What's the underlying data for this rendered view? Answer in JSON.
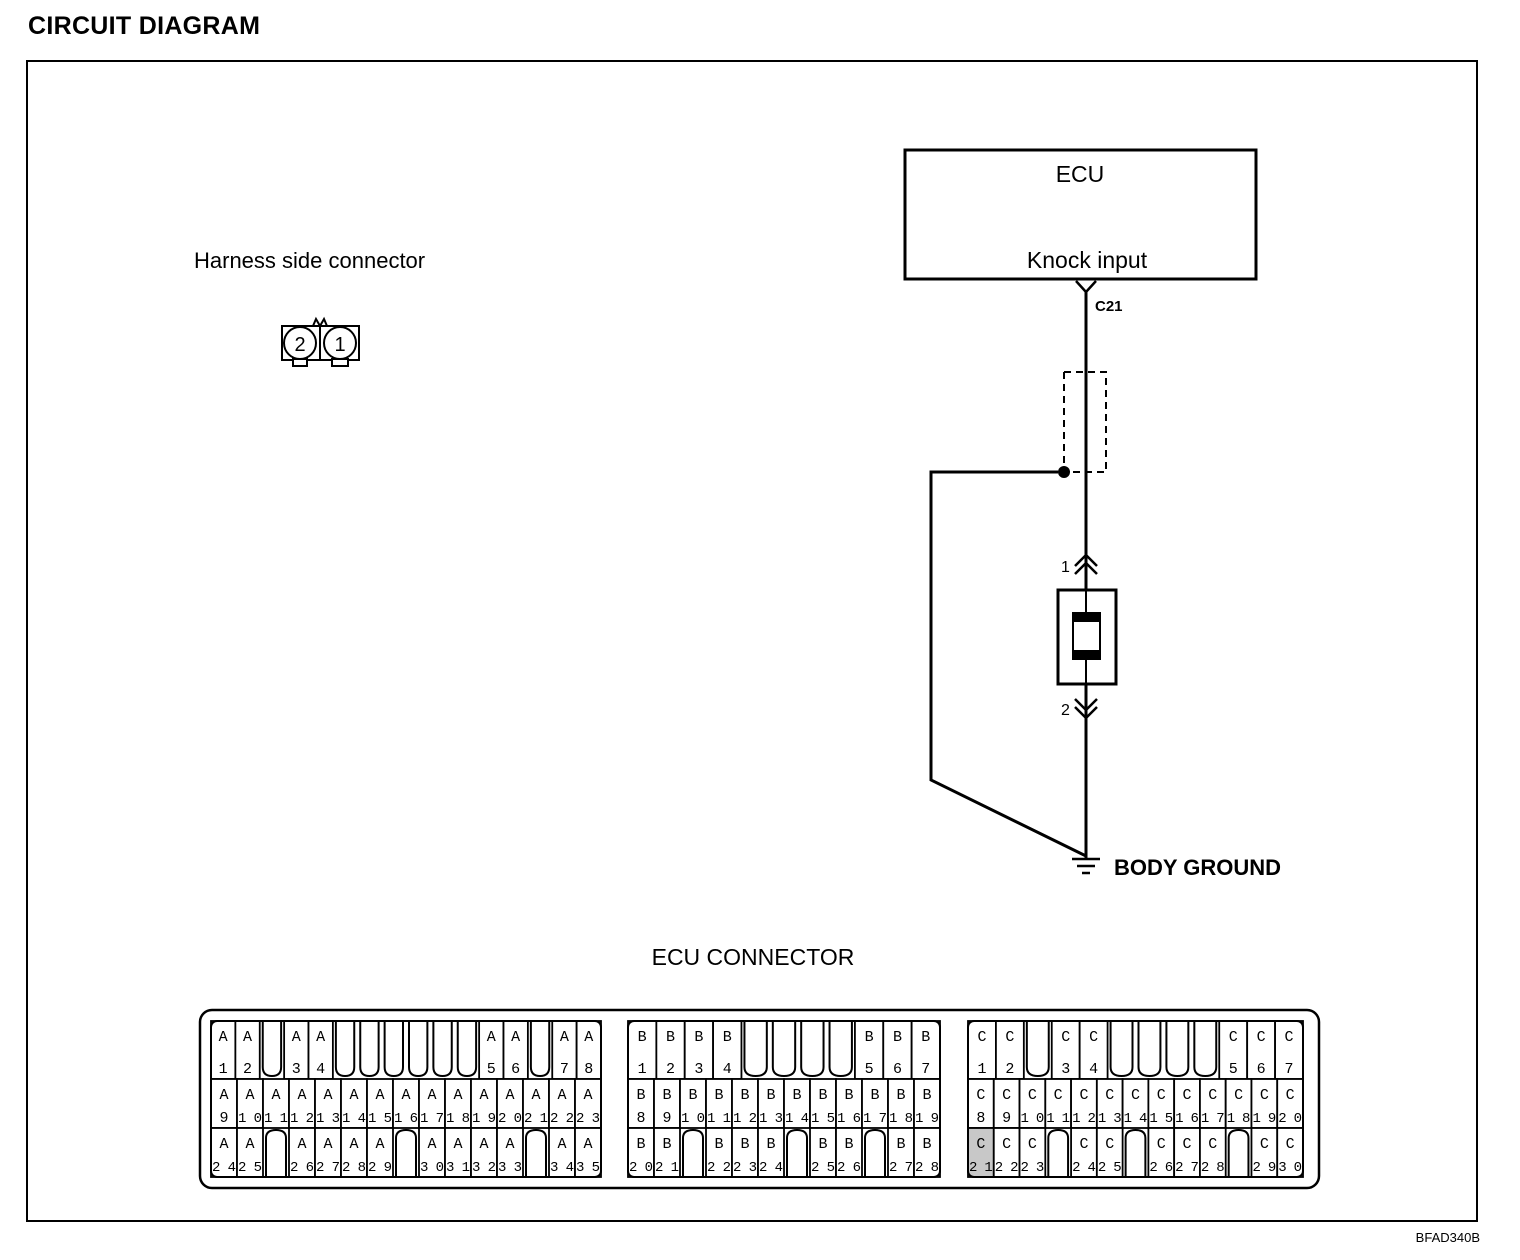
{
  "title": "CIRCUIT DIAGRAM",
  "reference_code": "BFAD340B",
  "harness": {
    "label": "Harness side connector",
    "pins": [
      "2",
      "1"
    ]
  },
  "ecu_box": {
    "title": "ECU",
    "signal": "Knock input",
    "terminal": "C21"
  },
  "sensor": {
    "pin_top": "1",
    "pin_bottom": "2"
  },
  "ground": {
    "label": "BODY GROUND"
  },
  "ecu_connector": {
    "label": "ECU CONNECTOR",
    "highlighted_pin": "C21",
    "blocks": [
      {
        "letter": "A",
        "top": [
          "1",
          "2",
          null,
          "3",
          "4",
          null,
          null,
          null,
          null,
          null,
          null,
          "5",
          "6",
          null,
          "7",
          "8"
        ],
        "middle": [
          "9",
          "10",
          "11",
          "12",
          "13",
          "14",
          "15",
          "16",
          "17",
          "18",
          "19",
          "20",
          "21",
          "22",
          "23"
        ],
        "bottom": [
          "24",
          "25",
          null,
          "26",
          "27",
          "28",
          "29",
          null,
          "30",
          "31",
          "32",
          "33",
          null,
          "34",
          "35"
        ]
      },
      {
        "letter": "B",
        "top": [
          "1",
          "2",
          "3",
          "4",
          null,
          null,
          null,
          null,
          "5",
          "6",
          "7"
        ],
        "middle": [
          "8",
          "9",
          "10",
          "11",
          "12",
          "13",
          "14",
          "15",
          "16",
          "17",
          "18",
          "19"
        ],
        "bottom": [
          "20",
          "21",
          null,
          "22",
          "23",
          "24",
          null,
          "25",
          "26",
          null,
          "27",
          "28"
        ]
      },
      {
        "letter": "C",
        "top": [
          "1",
          "2",
          null,
          "3",
          "4",
          null,
          null,
          null,
          null,
          "5",
          "6",
          "7"
        ],
        "middle": [
          "8",
          "9",
          "10",
          "11",
          "12",
          "13",
          "14",
          "15",
          "16",
          "17",
          "18",
          "19",
          "20"
        ],
        "bottom": [
          "21",
          "22",
          "23",
          null,
          "24",
          "25",
          null,
          "26",
          "27",
          "28",
          null,
          "29",
          "30"
        ]
      }
    ]
  }
}
